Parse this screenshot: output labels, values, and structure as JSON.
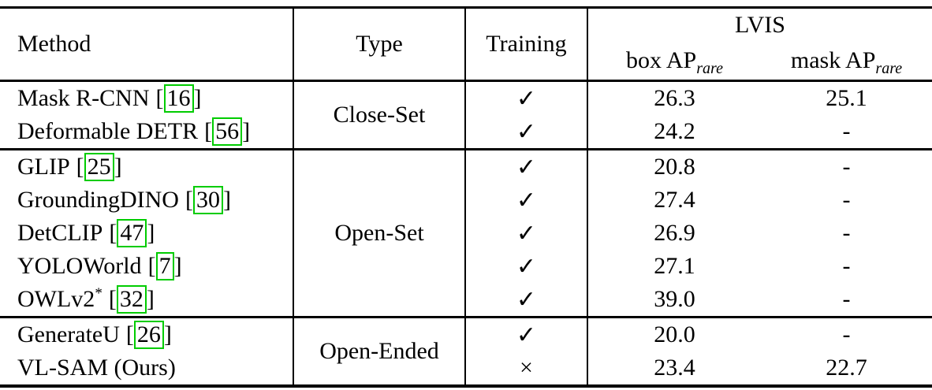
{
  "colors": {
    "citation_box": "#00cc00"
  },
  "table": {
    "headers": {
      "method": "Method",
      "type": "Type",
      "training": "Training",
      "lvis": "LVIS",
      "box_ap": "box AP",
      "mask_ap": "mask AP",
      "ap_subscript": "rare"
    },
    "cite_open": "[",
    "cite_close": "]",
    "groups": [
      {
        "label": "Close-Set",
        "rows": [
          {
            "method": "Mask R-CNN",
            "cite": "16",
            "training": "✓",
            "box": "26.3",
            "mask": "25.1"
          },
          {
            "method": "Deformable DETR",
            "cite": "56",
            "training": "✓",
            "box": "24.2",
            "mask": "-"
          }
        ]
      },
      {
        "label": "Open-Set",
        "rows": [
          {
            "method": "GLIP",
            "cite": "25",
            "training": "✓",
            "box": "20.8",
            "mask": "-"
          },
          {
            "method": "GroundingDINO",
            "cite": "30",
            "training": "✓",
            "box": "27.4",
            "mask": "-"
          },
          {
            "method": "DetCLIP",
            "cite": "47",
            "training": "✓",
            "box": "26.9",
            "mask": "-"
          },
          {
            "method": "YOLOWorld",
            "cite": "7",
            "training": "✓",
            "box": "27.1",
            "mask": "-"
          },
          {
            "method": "OWLv2",
            "sup": "*",
            "cite": "32",
            "training": "✓",
            "box": "39.0",
            "mask": "-"
          }
        ]
      },
      {
        "label": "Open-Ended",
        "rows": [
          {
            "method": "GenerateU",
            "cite": "26",
            "training": "✓",
            "box": "20.0",
            "mask": "-"
          },
          {
            "method": "VL-SAM (Ours)",
            "training": "×",
            "box": "23.4",
            "mask": "22.7"
          }
        ]
      }
    ]
  }
}
